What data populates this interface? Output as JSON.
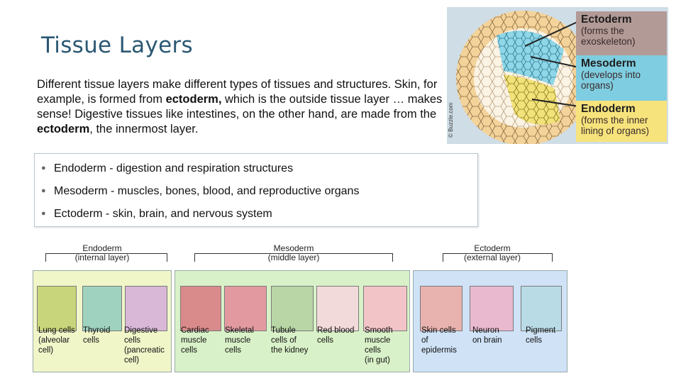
{
  "slide": {
    "title": "Tissue Layers",
    "intro": {
      "p1": "Different tissue layers make different types of tissues and structures. Skin, for example, is formed from ",
      "b1": "ectoderm,",
      "p2": " which is the outside tissue layer … makes sense! Digestive tissues like intestines, on the other hand, are made from the ",
      "b2": "ectoderm",
      "p3": ", the innermost layer."
    },
    "bullets": [
      {
        "term": "Endoderm",
        "desc": " - digestion and respiration structures"
      },
      {
        "term": "Mesoderm",
        "desc": " - muscles, bones, blood, and reproductive organs"
      },
      {
        "term": "Ectoderm",
        "desc": " - skin, brain, and nervous system"
      }
    ]
  },
  "germ_figure": {
    "credit": "© Buzzle.com",
    "ectoderm": {
      "name": "Ectoderm",
      "desc": "(forms the exoskeleton)"
    },
    "mesoderm": {
      "name": "Mesoderm",
      "desc": "(develops into organs)"
    },
    "endoderm": {
      "name": "Endoderm",
      "desc": "(forms the inner lining of organs)"
    },
    "colors": {
      "ectoderm": "#b29a96",
      "mesoderm": "#7fcde0",
      "endoderm": "#f7e37c"
    }
  },
  "cells_figure": {
    "groups": [
      {
        "name": "Endoderm",
        "sub": "(internal layer)"
      },
      {
        "name": "Mesoderm",
        "sub": "(middle layer)"
      },
      {
        "name": "Ectoderm",
        "sub": "(external layer)"
      }
    ],
    "cells": [
      {
        "l1": "Lung cells",
        "l2": "(alveolar",
        "l3": "cell)",
        "l4": ""
      },
      {
        "l1": "Thyroid",
        "l2": "cells",
        "l3": "",
        "l4": ""
      },
      {
        "l1": "Digestive",
        "l2": "cells",
        "l3": "(pancreatic",
        "l4": "cell)"
      },
      {
        "l1": "Cardiac",
        "l2": "muscle",
        "l3": "cells",
        "l4": ""
      },
      {
        "l1": "Skeletal",
        "l2": "muscle",
        "l3": "cells",
        "l4": ""
      },
      {
        "l1": "Tubule",
        "l2": "cells of",
        "l3": "the kidney",
        "l4": ""
      },
      {
        "l1": "Red blood",
        "l2": "cells",
        "l3": "",
        "l4": ""
      },
      {
        "l1": "Smooth",
        "l2": "muscle",
        "l3": "cells",
        "l4": "(in gut)"
      },
      {
        "l1": "Skin cells",
        "l2": "of",
        "l3": "epidermis",
        "l4": ""
      },
      {
        "l1": "Neuron",
        "l2": "on brain",
        "l3": "",
        "l4": ""
      },
      {
        "l1": "Pigment",
        "l2": "cells",
        "l3": "",
        "l4": ""
      }
    ]
  }
}
